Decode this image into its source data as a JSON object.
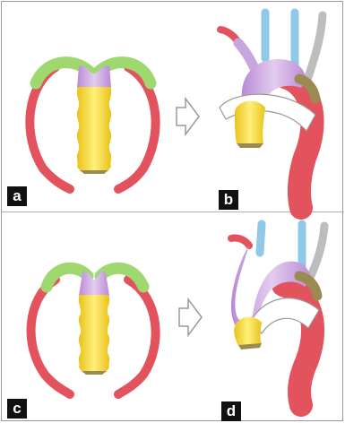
{
  "panels": {
    "a": {
      "label": "a"
    },
    "b": {
      "label": "b"
    },
    "c": {
      "label": "c"
    },
    "d": {
      "label": "d"
    }
  },
  "colors": {
    "aorta_red": "#e2535e",
    "arch_green": "#9fd86e",
    "purple": "#c9a5e0",
    "yellow_trunk": "#f3d631",
    "blue_vessel": "#8fc8e8",
    "grey_vessel": "#bdbdbd",
    "brown_duct": "#9b8a52",
    "arrow_outline": "#9a9a9a",
    "border": "#9a9a9a"
  },
  "icons": [
    "right-arrow-icon"
  ]
}
